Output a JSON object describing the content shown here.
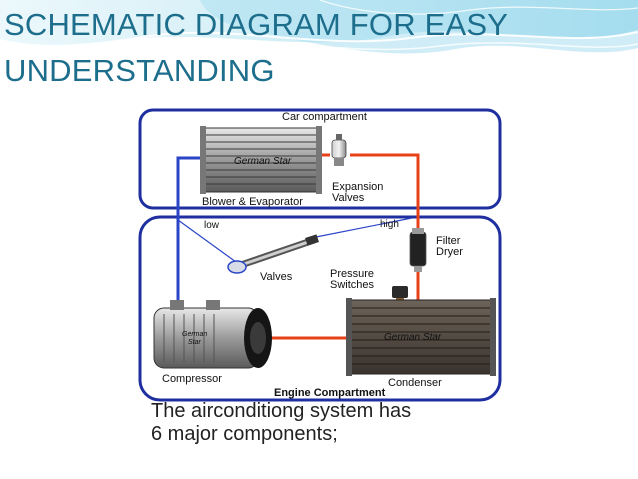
{
  "slide": {
    "title_line1": "SCHEMATIC DIAGRAM FOR EASY",
    "title_line2": "UNDERSTANDING"
  },
  "diagram": {
    "car_compartment": "Car compartment",
    "engine_compartment": "Engine Compartment",
    "blower_evaporator": "Blower & Evaporator",
    "expansion_line1": "Expansion",
    "expansion_line2": "Valves",
    "low": "low",
    "high": "high",
    "filter_line1": "Filter",
    "filter_line2": "Dryer",
    "valves": "Valves",
    "pressure_line1": "Pressure",
    "pressure_line2": "Switches",
    "compressor": "Compressor",
    "condenser": "Condenser",
    "brand_evaporator": "German Star",
    "brand_compressor_line1": "German",
    "brand_compressor_line2": "Star",
    "brand_condenser": "German Star"
  },
  "caption": {
    "line1": "The airconditiong system has",
    "line2": "6 major components;"
  },
  "colors": {
    "title": "#1d6e8c",
    "compartment_border": "#1f2fa0",
    "low_pressure_line": "#2a45c8",
    "high_pressure_line": "#e8411a"
  },
  "icons": [
    "evaporator-icon",
    "expansion-valve-icon",
    "filter-dryer-icon",
    "service-valve-icon",
    "pressure-switch-icon",
    "compressor-icon",
    "condenser-icon"
  ]
}
